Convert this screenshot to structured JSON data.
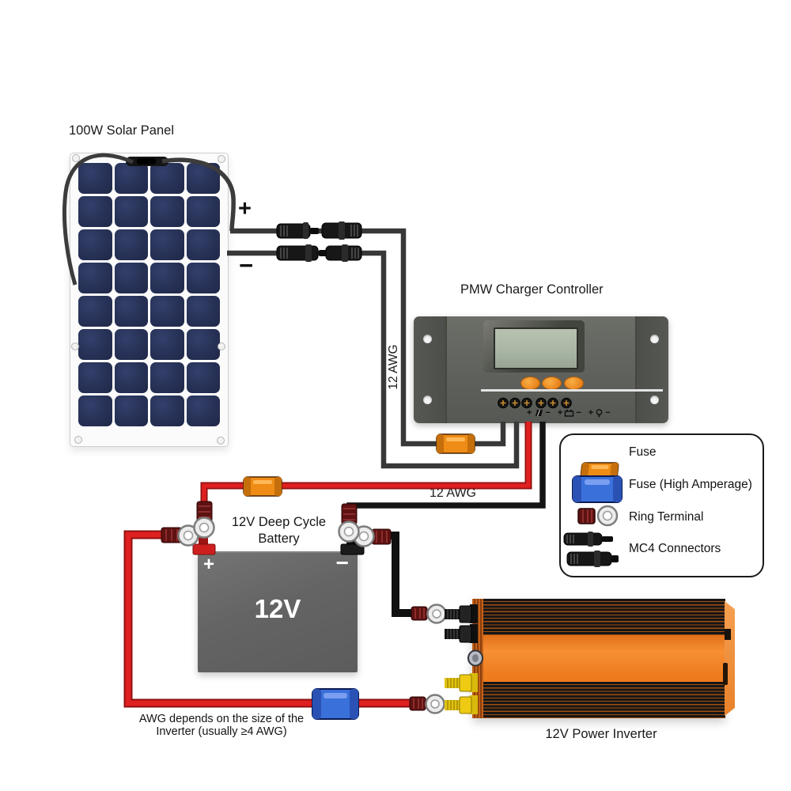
{
  "diagram": {
    "solar_panel": {
      "label": "100W Solar Panel",
      "output_plus": "+",
      "output_minus": "−"
    },
    "controller": {
      "label": "PMW Charger Controller",
      "terminals": {
        "plus": "+",
        "minus": "−"
      }
    },
    "battery": {
      "label_line1": "12V Deep Cycle",
      "label_line2": "Battery",
      "voltage": "12V",
      "positive": "+",
      "negative": "−"
    },
    "inverter": {
      "label": "12V Power Inverter"
    },
    "wires": {
      "gauge_panel_run": "12 AWG",
      "gauge_battery_run": "12 AWG"
    },
    "note": {
      "line1": "AWG depends on the size of the",
      "line2": "Inverter (usually ≥4 AWG)"
    }
  },
  "legend": {
    "items": [
      {
        "icon": "fuse-icon",
        "label": "Fuse"
      },
      {
        "icon": "fuse-high-amperage-icon",
        "label": "Fuse (High Amperage)"
      },
      {
        "icon": "ring-terminal-icon",
        "label": "Ring Terminal"
      },
      {
        "icon": "mc4-connectors-icon",
        "label": "MC4 Connectors"
      }
    ]
  },
  "colors": {
    "wire_red": "#e02020",
    "wire_black": "#161616",
    "wire_panel": "#3c3c3c",
    "fuse_orange": "#ee8c15",
    "fuse_blue": "#3a70da",
    "controller_body": "#5f615c",
    "lcd_screen": "#aab7a6",
    "button_orange": "#f09a2c",
    "battery_gray": "#626262",
    "inverter_orange": "#ee7d1f",
    "solar_cell_navy": "#273156"
  }
}
